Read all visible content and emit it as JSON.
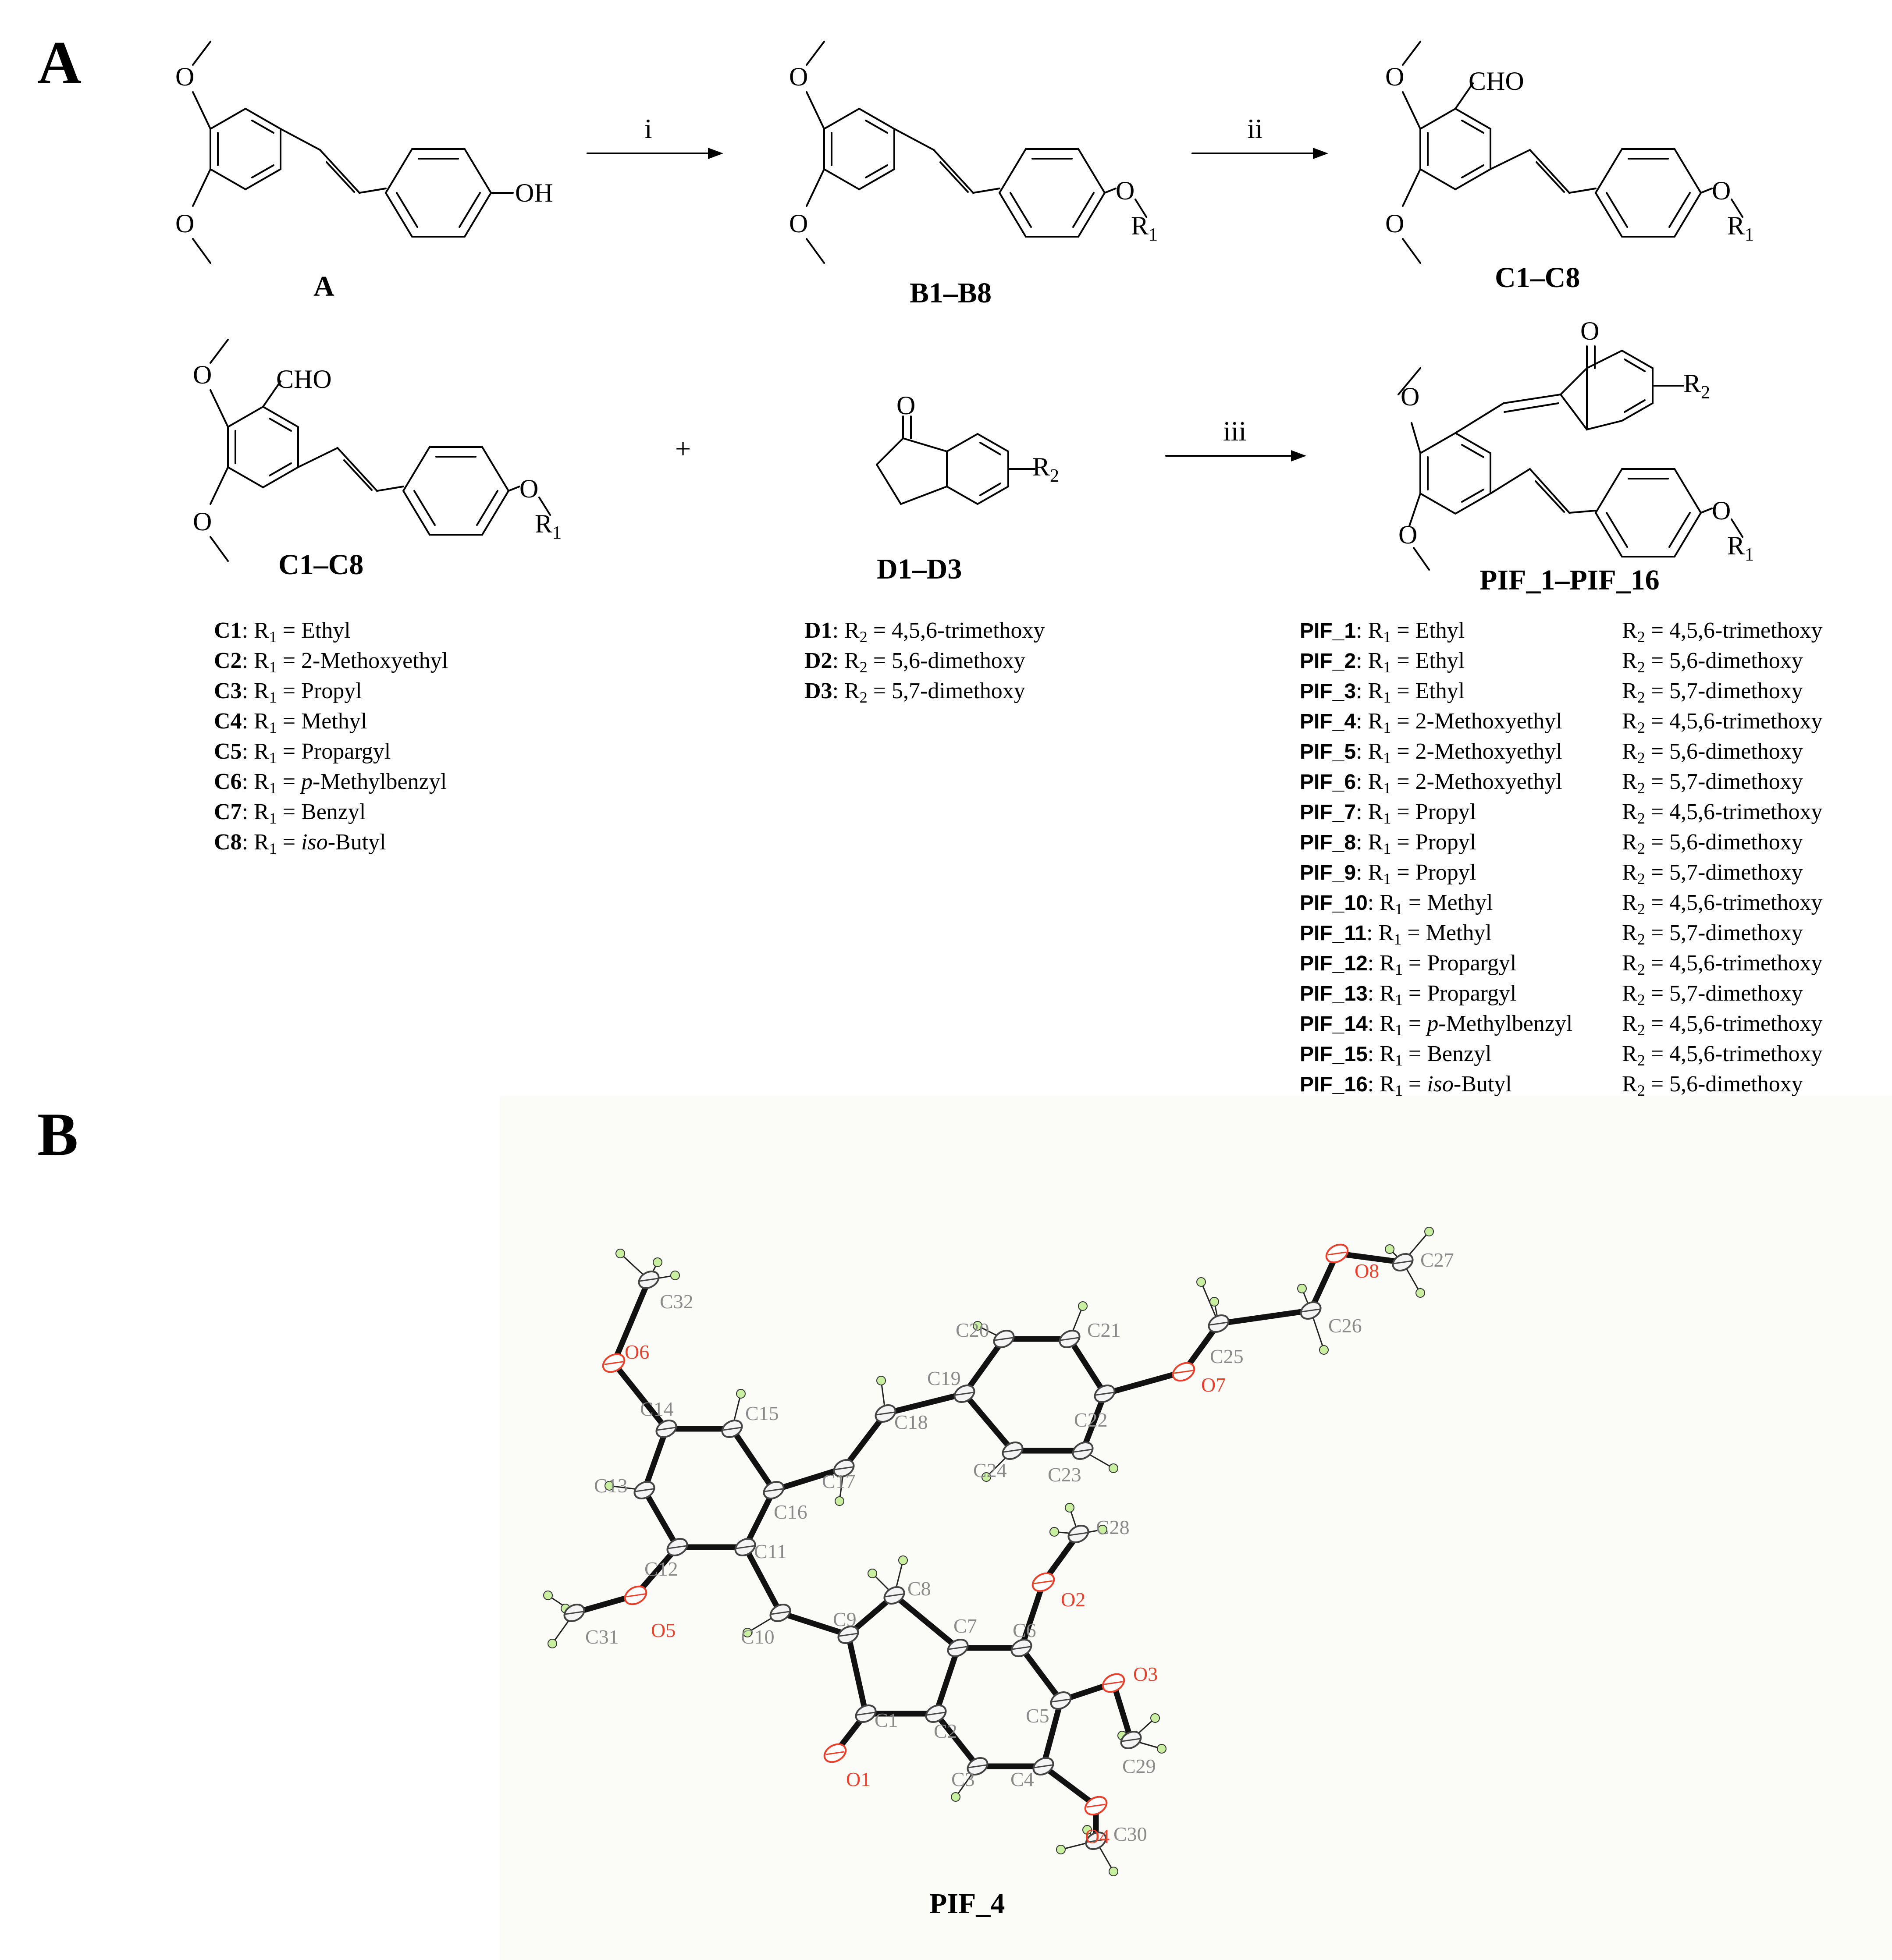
{
  "panels": {
    "a": "A",
    "b": "B"
  },
  "scheme": {
    "reagents": {
      "i": "i",
      "ii": "ii",
      "iii": "iii"
    },
    "plus": "+",
    "atoms": {
      "O": "O",
      "OH": "OH",
      "CHO": "CHO",
      "R1": "R",
      "R1_sub": "1",
      "R2": "R",
      "R2_sub": "2"
    },
    "compounds": {
      "A": "A",
      "B": "B1–B8",
      "C": "C1–C8",
      "C_second": "C1–C8",
      "D": "D1–D3",
      "PIF": "PIF_1–PIF_16"
    },
    "c_list": [
      {
        "id": "C1",
        "value": "Ethyl"
      },
      {
        "id": "C2",
        "value": "2-Methoxyethyl"
      },
      {
        "id": "C3",
        "value": "Propyl"
      },
      {
        "id": "C4",
        "value": "Methyl"
      },
      {
        "id": "C5",
        "value": "Propargyl"
      },
      {
        "id": "C6",
        "value": "p-Methylbenzyl",
        "ital": "p",
        "rest": "-Methylbenzyl"
      },
      {
        "id": "C7",
        "value": "Benzyl"
      },
      {
        "id": "C8",
        "value": "iso-Butyl",
        "ital": "iso",
        "rest": "-Butyl"
      }
    ],
    "d_list": [
      {
        "id": "D1",
        "value": "4,5,6-trimethoxy"
      },
      {
        "id": "D2",
        "value": "5,6-dimethoxy"
      },
      {
        "id": "D3",
        "value": "5,7-dimethoxy"
      }
    ],
    "pif_list": [
      {
        "id": "PIF_1",
        "r1": "Ethyl",
        "r2": "4,5,6-trimethoxy"
      },
      {
        "id": "PIF_2",
        "r1": "Ethyl",
        "r2": "5,6-dimethoxy"
      },
      {
        "id": "PIF_3",
        "r1": "Ethyl",
        "r2": "5,7-dimethoxy"
      },
      {
        "id": "PIF_4",
        "r1": "2-Methoxyethyl",
        "r2": "4,5,6-trimethoxy"
      },
      {
        "id": "PIF_5",
        "r1": "2-Methoxyethyl",
        "r2": "5,6-dimethoxy"
      },
      {
        "id": "PIF_6",
        "r1": "2-Methoxyethyl",
        "r2": "5,7-dimethoxy"
      },
      {
        "id": "PIF_7",
        "r1": "Propyl",
        "r2": "4,5,6-trimethoxy"
      },
      {
        "id": "PIF_8",
        "r1": "Propyl",
        "r2": "5,6-dimethoxy"
      },
      {
        "id": "PIF_9",
        "r1": "Propyl",
        "r2": "5,7-dimethoxy"
      },
      {
        "id": "PIF_10",
        "r1": "Methyl",
        "r2": "4,5,6-trimethoxy"
      },
      {
        "id": "PIF_11",
        "r1": "Methyl",
        "r2": "5,7-dimethoxy"
      },
      {
        "id": "PIF_12",
        "r1": "Propargyl",
        "r2": "4,5,6-trimethoxy"
      },
      {
        "id": "PIF_13",
        "r1": "Propargyl",
        "r2": "5,7-dimethoxy"
      },
      {
        "id": "PIF_14",
        "r1": "p-Methylbenzyl",
        "r1_ital": "p",
        "r1_rest": "-Methylbenzyl",
        "r2": "4,5,6-trimethoxy"
      },
      {
        "id": "PIF_15",
        "r1": "Benzyl",
        "r2": "4,5,6-trimethoxy"
      },
      {
        "id": "PIF_16",
        "r1": "iso-Butyl",
        "r1_ital": "iso",
        "r1_rest": "-Butyl",
        "r2": "5,6-dimethoxy"
      }
    ],
    "list_text": {
      "sep": ": ",
      "r1": "R",
      "r1_sub": "1",
      "r2": "R",
      "r2_sub": "2",
      "eq": " = "
    }
  },
  "crystal": {
    "caption": "PIF_4",
    "carbon_labels": [
      "C1",
      "C2",
      "C3",
      "C4",
      "C5",
      "C6",
      "C7",
      "C8",
      "C9",
      "C10",
      "C11",
      "C12",
      "C13",
      "C14",
      "C15",
      "C16",
      "C17",
      "C18",
      "C19",
      "C20",
      "C21",
      "C22",
      "C23",
      "C24",
      "C25",
      "C26",
      "C27",
      "C28",
      "C29",
      "C30",
      "C31",
      "C32"
    ],
    "oxygen_labels": [
      "O1",
      "O2",
      "O3",
      "O4",
      "O5",
      "O6",
      "O7",
      "O8"
    ],
    "colors": {
      "oxygen_label": "#e8402a",
      "carbon_label": "#8a8a8a",
      "oxygen_fill": "#e8402a",
      "hydrogen_fill": "#c8f0a0",
      "background": "#fbfbf8"
    }
  }
}
